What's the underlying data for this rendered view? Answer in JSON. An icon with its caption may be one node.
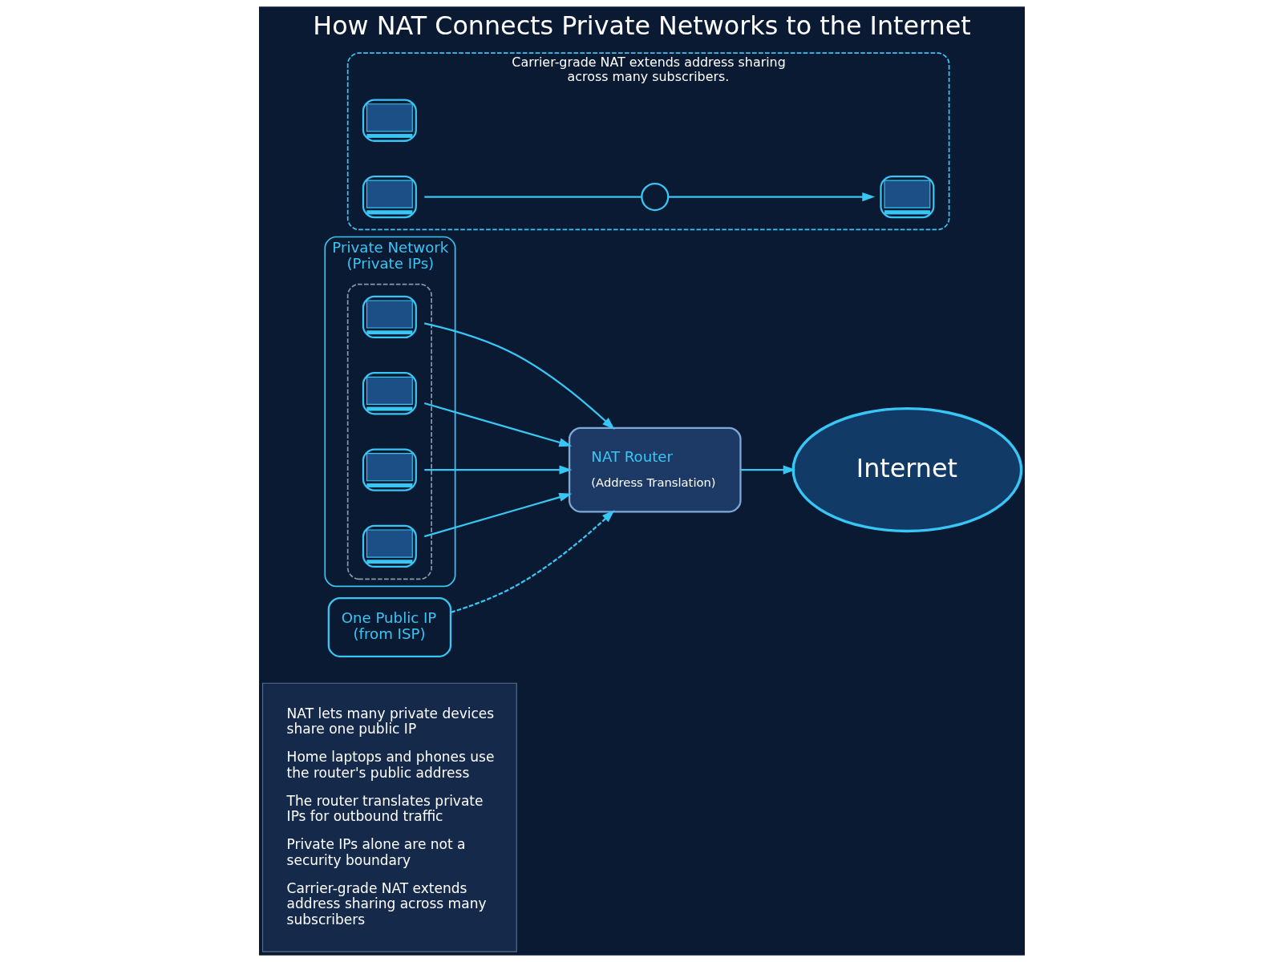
{
  "diagram": {
    "title": "How NAT Connects Private Networks to the Internet",
    "nodes": [
      {
        "text": [
          "NAT lets many private devices share one public IP",
          "Home laptops and phones use the router's public address",
          "The router translates private IPs for outbound traffic",
          "Private IPs alone are not a security boundary",
          "Carrier-grade NAT extends address sharing across many subscribers"
        ]
      },
      {
        "text": [
          "Private Network",
          "(Private IPs)"
        ]
      },
      {
        "text": [],
        "shape": "box",
        "in": 1
      },
      {
        "text": [],
        "shape": "picture",
        "in": 2
      },
      {
        "text": [],
        "shape": "picture",
        "in": 2
      },
      {
        "text": [],
        "shape": "picture",
        "in": 2
      },
      {
        "text": [],
        "shape": "picture",
        "in": 2
      },
      {
        "text": [
          "NAT Router",
          "(Address Translation)"
        ]
      },
      {
        "text": [
          "Internet"
        ]
      },
      {
        "text": [
          "One Public IP (from ISP)"
        ]
      },
      {
        "text": [
          "Carrier-grade NAT extends address sharing across many subscribers."
        ]
      },
      {
        "text": [],
        "shape": "picture",
        "in": 10
      },
      {
        "text": [],
        "shape": "picture",
        "in": 10
      },
      {
        "text": [],
        "shape": "circle",
        "in": 10
      },
      {
        "text": [],
        "shape": "picture",
        "in": 10
      }
    ],
    "edges": [
      {
        "from": 3,
        "to": 7,
        "arrow": "to"
      },
      {
        "from": 4,
        "to": 7,
        "arrow": "to"
      },
      {
        "from": 5,
        "to": 7,
        "arrow": "to"
      },
      {
        "from": 6,
        "to": 7,
        "arrow": "to"
      },
      {
        "from": 7,
        "to": 8,
        "arrow": "to"
      },
      {
        "from": 9,
        "to": 7,
        "arrow": "to",
        "style": "dashed"
      },
      {
        "from": 12,
        "to": 13,
        "arrow": "none"
      },
      {
        "from": 13,
        "to": 14,
        "arrow": "to"
      }
    ]
  }
}
